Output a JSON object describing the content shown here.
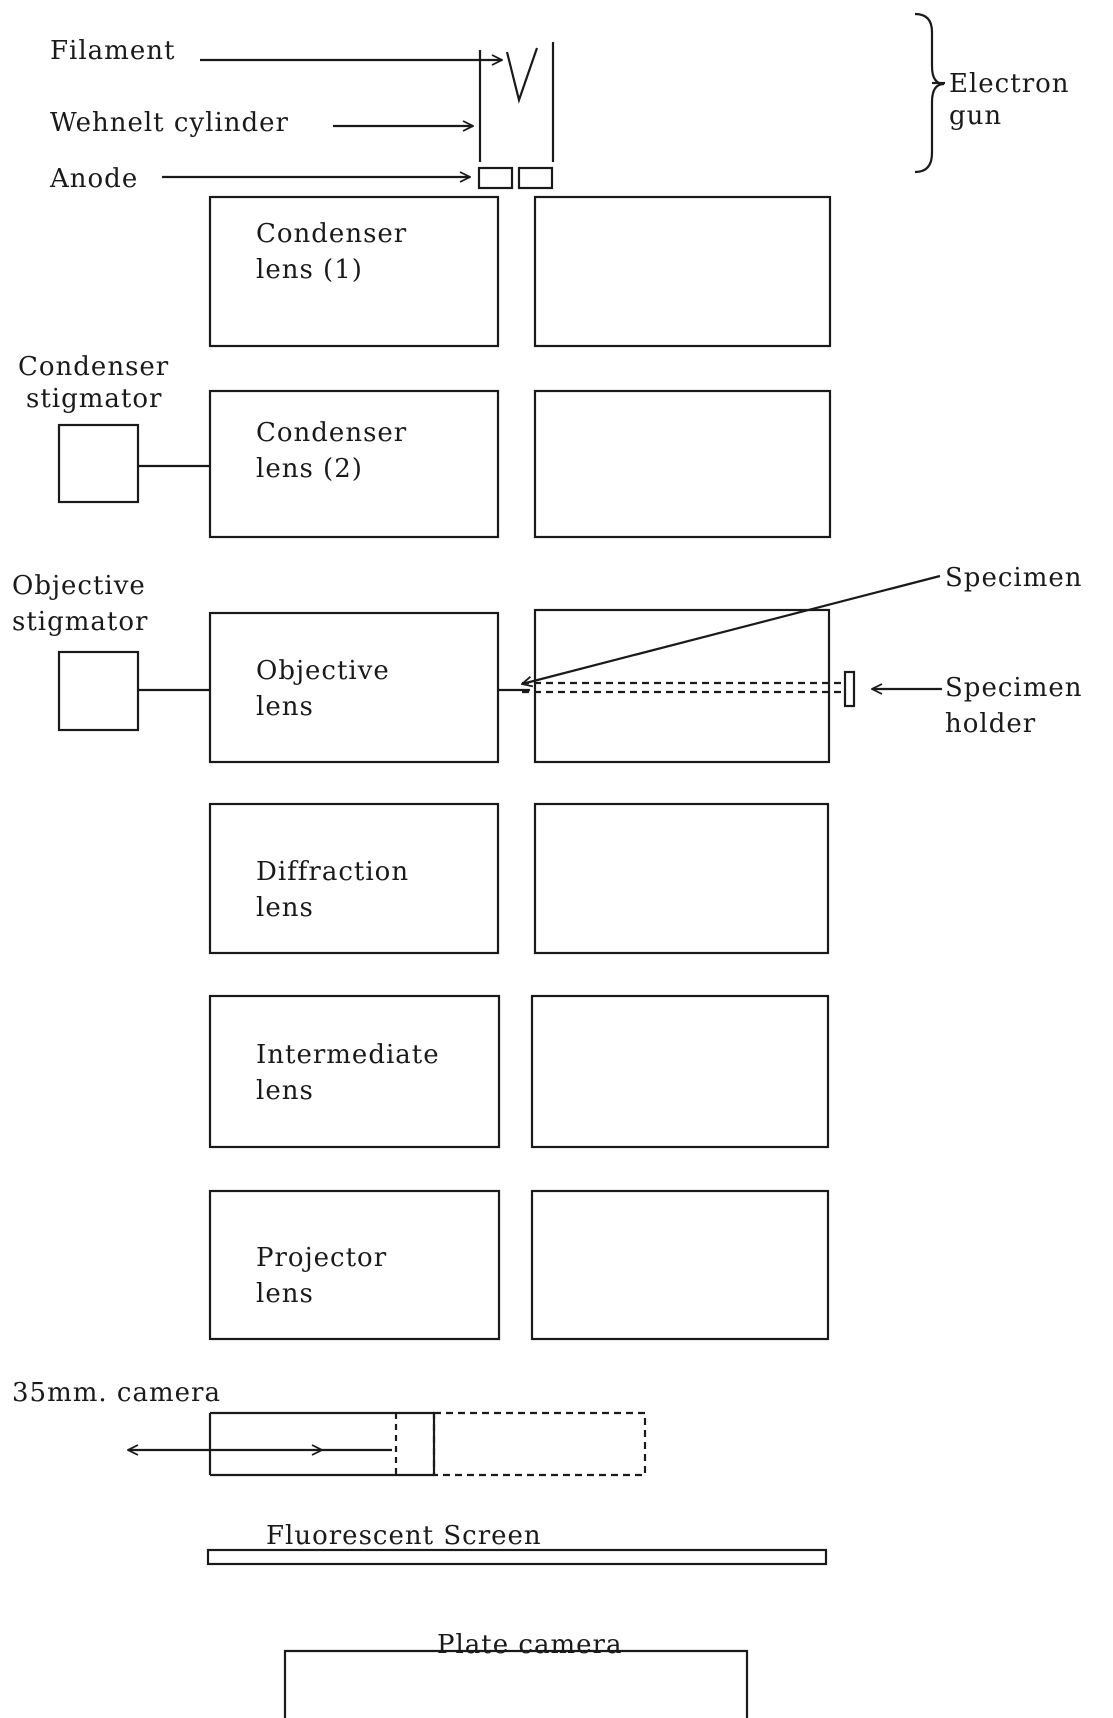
{
  "electron_gun": {
    "filament": "Filament",
    "wehnelt": "Wehnelt cylinder",
    "anode": "Anode",
    "group_line1": "Electron",
    "group_line2": "gun"
  },
  "lenses": [
    {
      "line1": "Condenser",
      "line2": "lens  (1)"
    },
    {
      "line1": "Condenser",
      "line2": "lens  (2)"
    },
    {
      "line1": "Objective",
      "line2": "lens"
    },
    {
      "line1": "Diffraction",
      "line2": "lens"
    },
    {
      "line1": "Intermediate",
      "line2": "lens"
    },
    {
      "line1": "Projector",
      "line2": "lens"
    }
  ],
  "stigmators": {
    "condenser_line1": "Condenser",
    "condenser_line2": "stigmator",
    "objective_line1": "Objective",
    "objective_line2": "stigmator"
  },
  "specimen": {
    "specimen": "Specimen",
    "holder_line1": "Specimen",
    "holder_line2": "holder"
  },
  "camera_35mm": "35mm.  camera",
  "fluorescent_screen": "Fluorescent Screen",
  "plate_camera": "Plate camera"
}
